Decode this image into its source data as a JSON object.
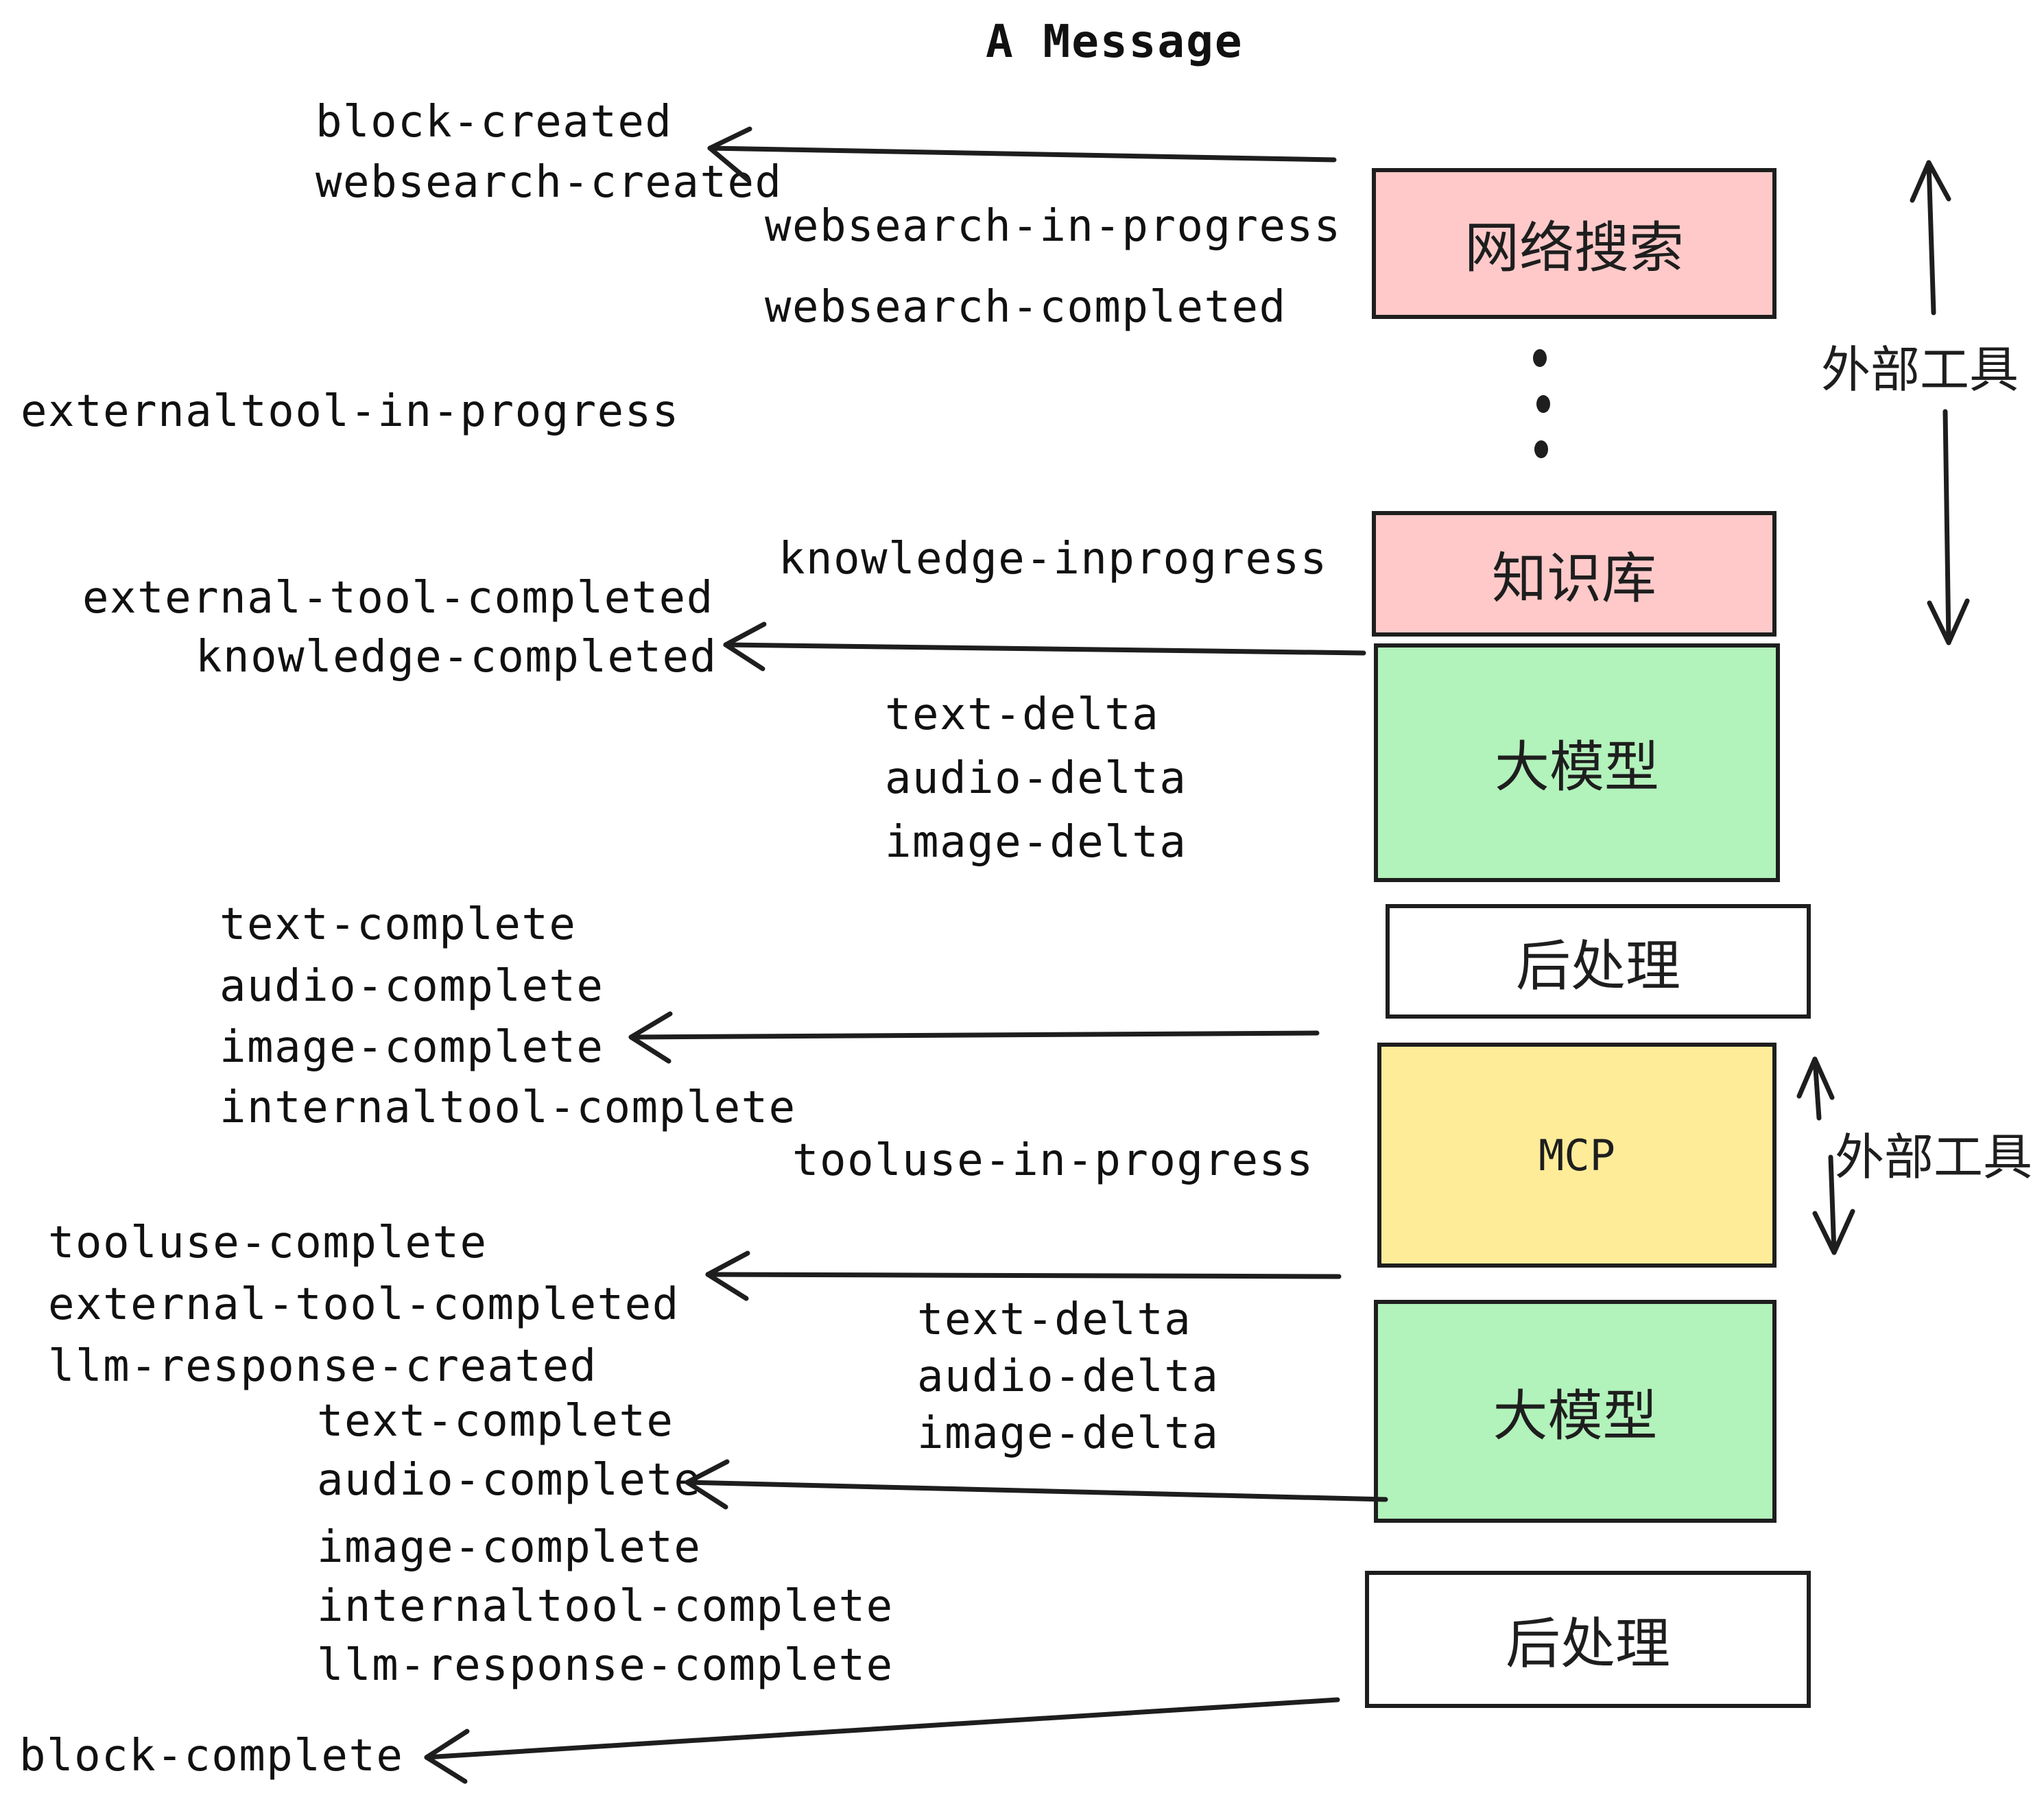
{
  "title": "A Message",
  "colors": {
    "pink": "#ffc9c9",
    "green": "#b2f2bb",
    "yellow": "#ffec99",
    "white": "#ffffff",
    "line": "#1e1e1e"
  },
  "boxes": [
    {
      "label": "网络搜索",
      "fill": "pink"
    },
    {
      "label": "知识库",
      "fill": "pink"
    },
    {
      "label": "大模型",
      "fill": "green"
    },
    {
      "label": "后处理",
      "fill": "white"
    },
    {
      "label": "MCP",
      "fill": "yellow"
    },
    {
      "label": "大模型",
      "fill": "green"
    },
    {
      "label": "后处理",
      "fill": "white"
    }
  ],
  "side_labels": [
    {
      "text": "外部工具"
    },
    {
      "text": "外部工具"
    }
  ],
  "events": [
    {
      "text": "block-created"
    },
    {
      "text": "websearch-created"
    },
    {
      "text": "websearch-in-progress"
    },
    {
      "text": "websearch-completed"
    },
    {
      "text": "externaltool-in-progress"
    },
    {
      "text": "knowledge-inprogress"
    },
    {
      "text": "external-tool-completed"
    },
    {
      "text": "knowledge-completed"
    },
    {
      "text": "text-delta"
    },
    {
      "text": "audio-delta"
    },
    {
      "text": "image-delta"
    },
    {
      "text": "text-complete"
    },
    {
      "text": "audio-complete"
    },
    {
      "text": "image-complete"
    },
    {
      "text": "internaltool-complete"
    },
    {
      "text": "tooluse-in-progress"
    },
    {
      "text": "tooluse-complete"
    },
    {
      "text": "external-tool-completed"
    },
    {
      "text": "llm-response-created"
    },
    {
      "text": "text-complete"
    },
    {
      "text": "audio-complete"
    },
    {
      "text": "image-complete"
    },
    {
      "text": "internaltool-complete"
    },
    {
      "text": "llm-response-complete"
    },
    {
      "text": "block-complete"
    }
  ],
  "icons": {
    "vertical-ellipsis": "⋮",
    "arrow-left": "←",
    "arrow-up": "↑",
    "arrow-down": "↓"
  }
}
